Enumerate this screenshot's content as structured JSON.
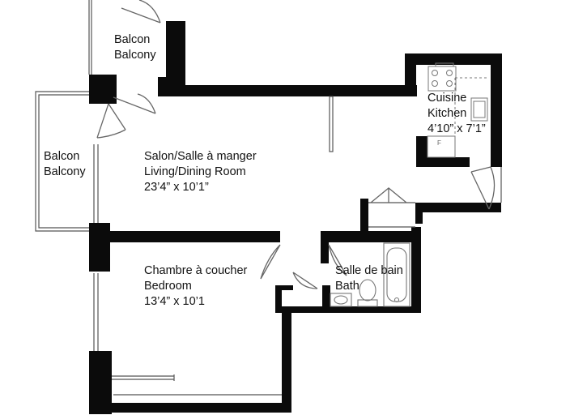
{
  "rooms": {
    "balcony_top": {
      "fr": "Balcon",
      "en": "Balcony"
    },
    "balcony_left": {
      "fr": "Balcon",
      "en": "Balcony"
    },
    "living": {
      "fr": "Salon/Salle à manger",
      "en": "Living/Dining Room",
      "size": "23’4” x 10’1”"
    },
    "kitchen": {
      "fr": "Cuisine",
      "en": "Kitchen",
      "size": "4’10” x 7’1”"
    },
    "bedroom": {
      "fr": "Chambre à coucher",
      "en": "Bedroom",
      "size": "13’4” x 10’1"
    },
    "bath": {
      "fr": "Salle de bain",
      "en": "Bath"
    }
  },
  "fridge_mark": "F",
  "colors": {
    "wall": "#0b0b0b",
    "line": "#555555",
    "fixture": "#777777"
  }
}
